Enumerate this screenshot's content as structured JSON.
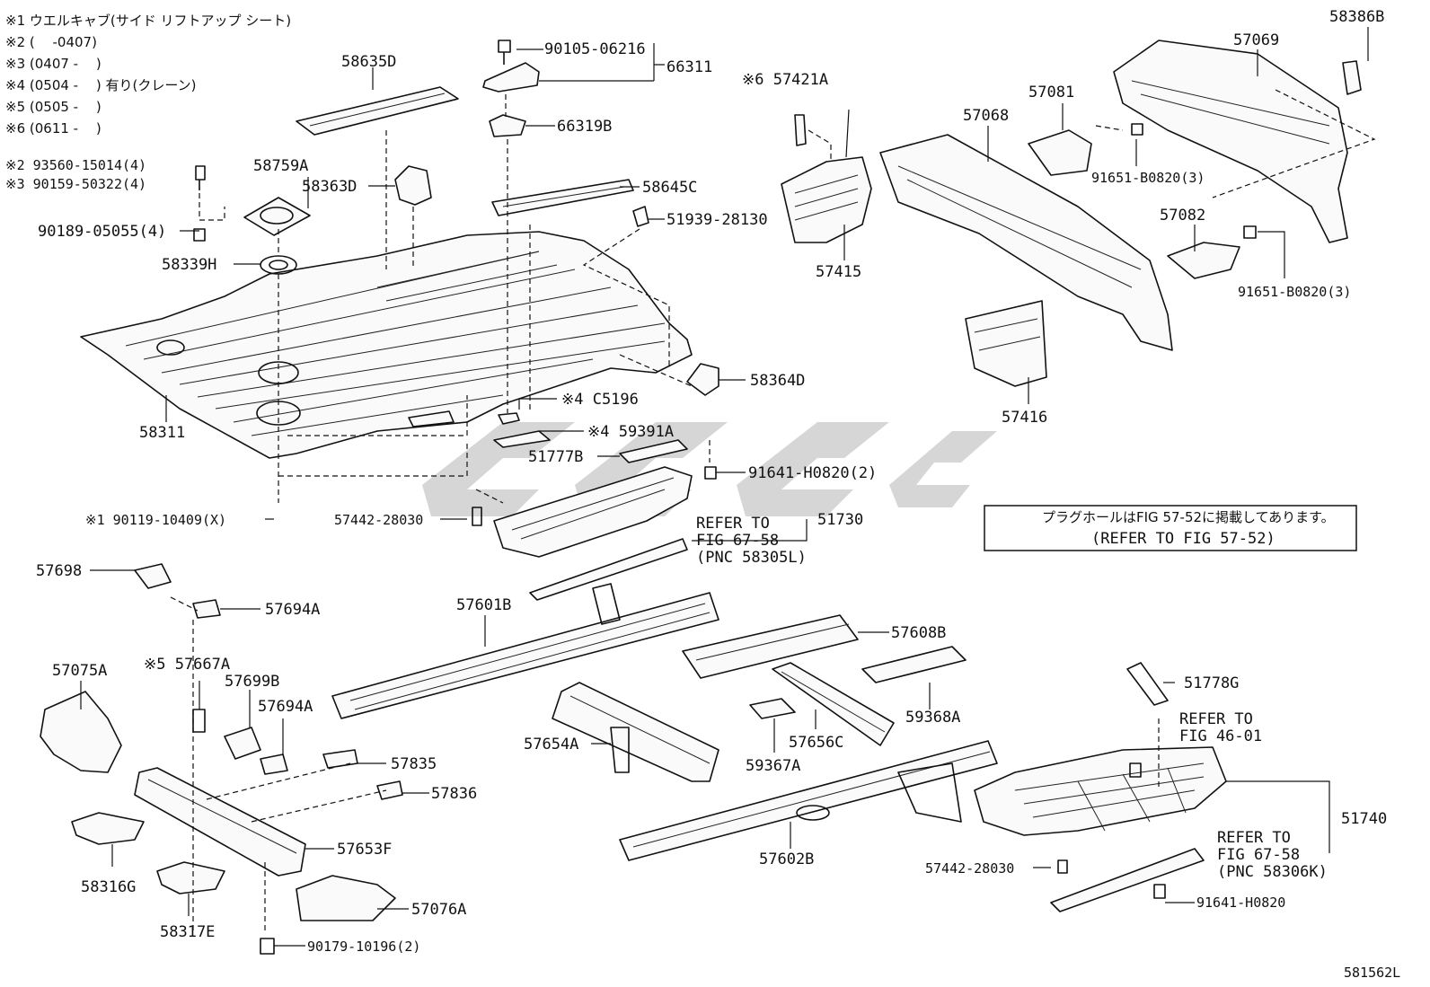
{
  "footnotes": [
    "※1 ウエルキャブ(サイド リフトアップ シート)",
    "※2 (　 -0407)",
    "※3 (0407 -　 )",
    "※4 (0504 -　 ) 有り(クレーン)",
    "※5 (0505 -　 )",
    "※6 (0611 -　 )"
  ],
  "labels": {
    "p58635D": "58635D",
    "p90105": "90105-06216",
    "p66311": "66311",
    "p66319B": "66319B",
    "p58645C": "58645C",
    "p51939": "51939-28130",
    "p93560": "※2 93560-15014(4)",
    "p90159": "※3 90159-50322(4)",
    "p58759A": "58759A",
    "p58363D": "58363D",
    "p90189": "90189-05055(4)",
    "p58339H": "58339H",
    "p58311": "58311",
    "p58364D": "58364D",
    "pC5196": "※4 C5196",
    "p59391A": "※4 59391A",
    "p51777B": "51777B",
    "p91641a": "91641-H0820(2)",
    "p90119": "※1 90119-10409(X)",
    "p57442a": "57442-28030",
    "p51730": "51730",
    "refer1a": "REFER TO",
    "refer1b": "FIG 67-58",
    "refer1c": "(PNC 58305L)",
    "p57421A": "※6 57421A",
    "p57415": "57415",
    "p57068": "57068",
    "p57081": "57081",
    "p57069": "57069",
    "p58386B": "58386B",
    "p91651a": "91651-B0820(3)",
    "p57082": "57082",
    "p91651b": "91651-B0820(3)",
    "p57416": "57416",
    "p57698": "57698",
    "p57694A_1": "57694A",
    "p57601B": "57601B",
    "p57608B": "57608B",
    "p57075A": "57075A",
    "p57667A": "※5 57667A",
    "p57699B": "57699B",
    "p57694A_2": "57694A",
    "p57835": "57835",
    "p57836": "57836",
    "p57653F": "57653F",
    "p58316G": "58316G",
    "p58317E": "58317E",
    "p57076A": "57076A",
    "p90179": "90179-10196(2)",
    "p57654A": "57654A",
    "p57656C": "57656C",
    "p59368A": "59368A",
    "p59367A": "59367A",
    "p57602B": "57602B",
    "p51778G": "51778G",
    "refer2a": "REFER TO",
    "refer2b": "FIG 46-01",
    "p51740": "51740",
    "p57442b": "57442-28030",
    "refer3a": "REFER TO",
    "refer3b": "FIG 67-58",
    "refer3c": "(PNC 58306K)",
    "p91641b": "91641-H0820"
  },
  "notice": {
    "line1": "プラグホールはFIG 57-52に掲載してあります。",
    "line2": "(REFER TO FIG 57-52)"
  },
  "figure_code": "581562L"
}
